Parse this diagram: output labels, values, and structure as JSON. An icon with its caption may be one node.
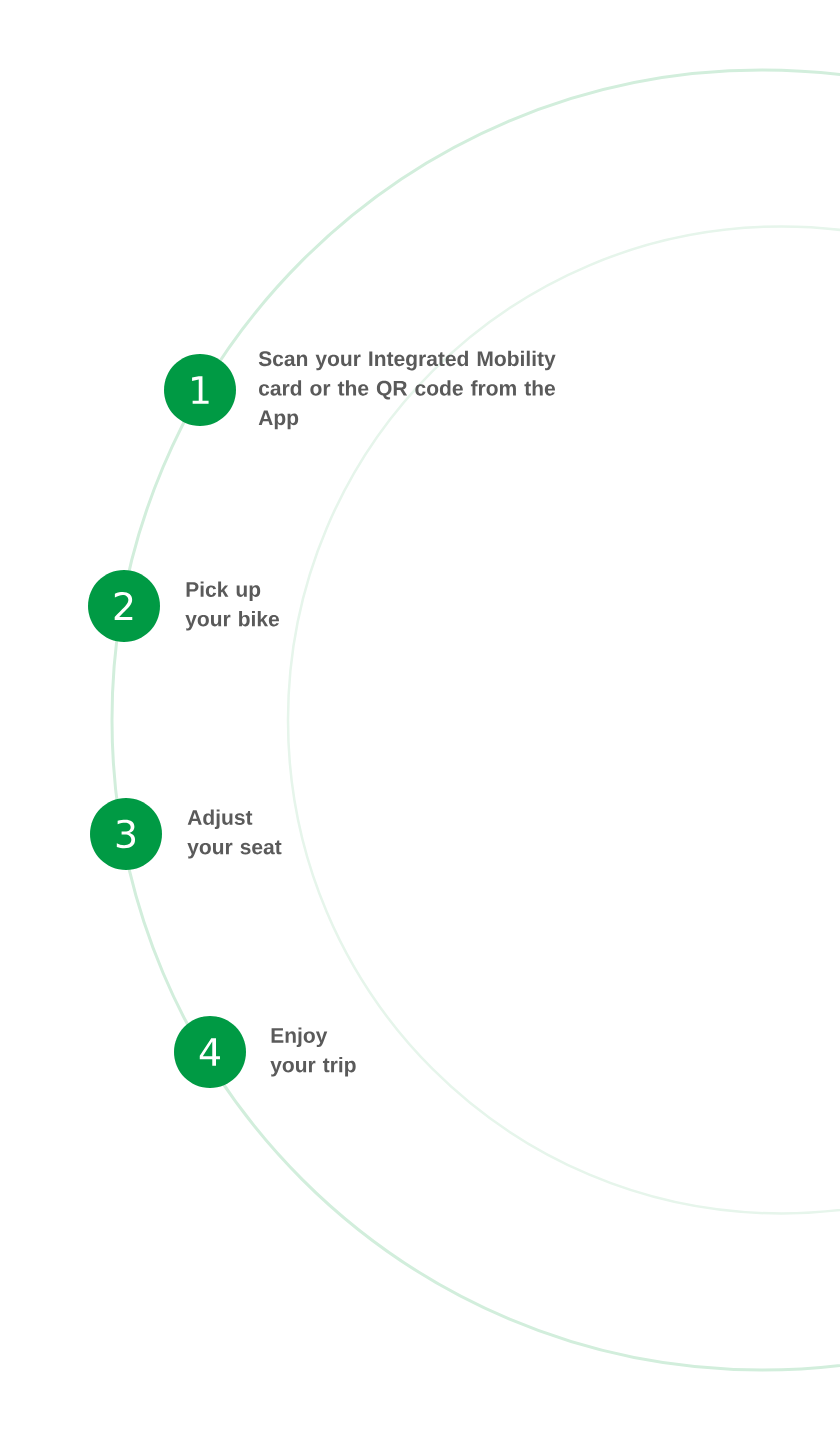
{
  "diagram": {
    "nodes": [
      {
        "text": [
          "1"
        ],
        "beside": [
          "Scan your Integrated Mobility card or the QR code from the App"
        ]
      },
      {
        "text": [
          "2"
        ],
        "beside": [
          "Pick up your bike"
        ]
      },
      {
        "text": [
          "3"
        ],
        "beside": [
          "Adjust your seat"
        ]
      },
      {
        "text": [
          "4"
        ],
        "beside": [
          "Enjoy your trip"
        ]
      }
    ]
  }
}
